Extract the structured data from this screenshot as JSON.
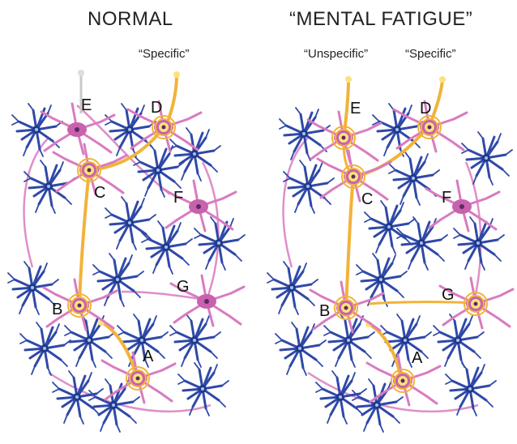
{
  "panels": [
    {
      "title": "NORMAL",
      "subtitles": [
        "“Specific”"
      ],
      "neuron_labels": [
        "A",
        "B",
        "C",
        "D",
        "E",
        "F",
        "G"
      ]
    },
    {
      "title": "“MENTAL FATIGUE”",
      "subtitles": [
        "“Unspecific”",
        "“Specific”"
      ],
      "neuron_labels": [
        "A",
        "B",
        "C",
        "D",
        "E",
        "F",
        "G"
      ]
    }
  ],
  "colors": {
    "neuron": "#d97bc0",
    "glia": "#2f49a8",
    "pathway": "#f2b33a",
    "pathway_core": "#fde27a"
  }
}
